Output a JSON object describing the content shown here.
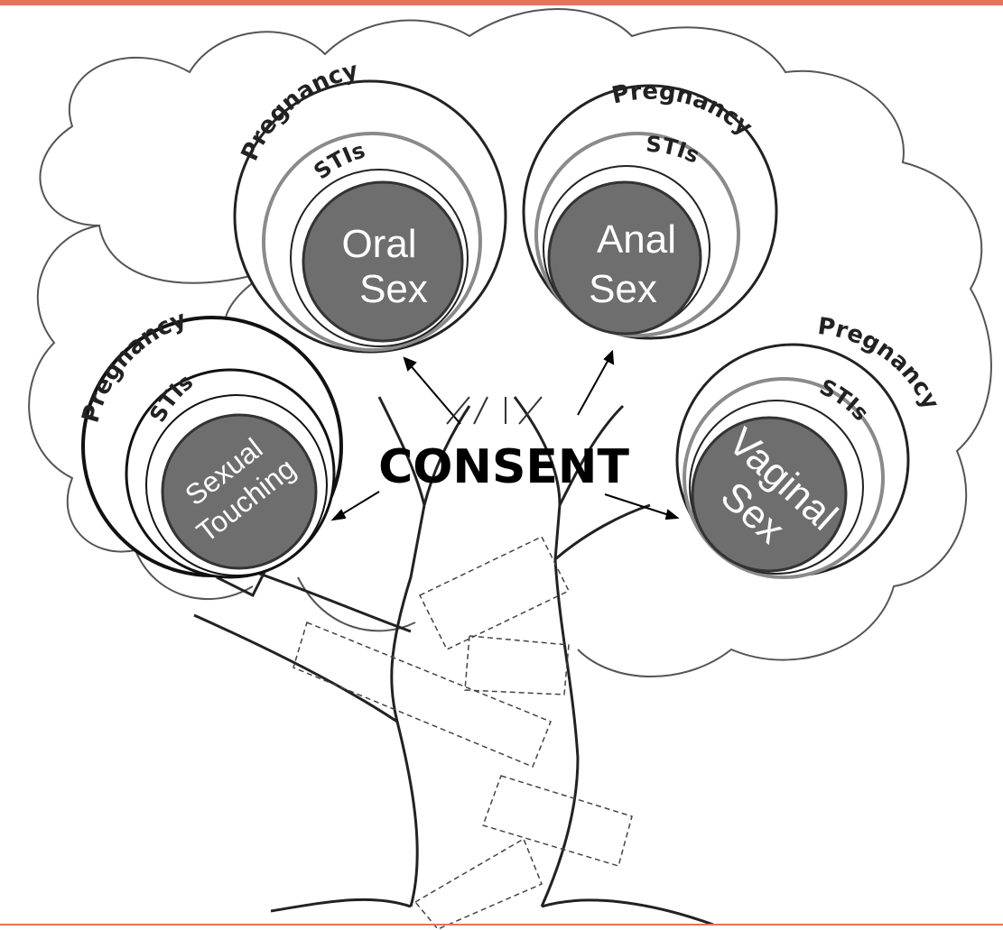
{
  "center_label": "CONSENT",
  "circles": [
    {
      "id": "oral",
      "outer": "Pregnancy",
      "middle": "STIs",
      "core_line1": "Oral",
      "core_line2": "Sex"
    },
    {
      "id": "anal",
      "outer": "Pregnancy",
      "middle": "STIs",
      "core_line1": "Anal",
      "core_line2": "Sex"
    },
    {
      "id": "touching",
      "outer": "Pregnancy",
      "middle": "STIs",
      "core_line1": "Sexual",
      "core_line2": "Touching"
    },
    {
      "id": "vaginal",
      "outer": "Pregnancy",
      "middle": "STIs",
      "core_line1": "Vaginal",
      "core_line2": "Sex"
    }
  ],
  "colors": {
    "accent": "#e8725c",
    "core_fill": "#6e6e6e",
    "ring_gray": "#8a8a8a"
  }
}
